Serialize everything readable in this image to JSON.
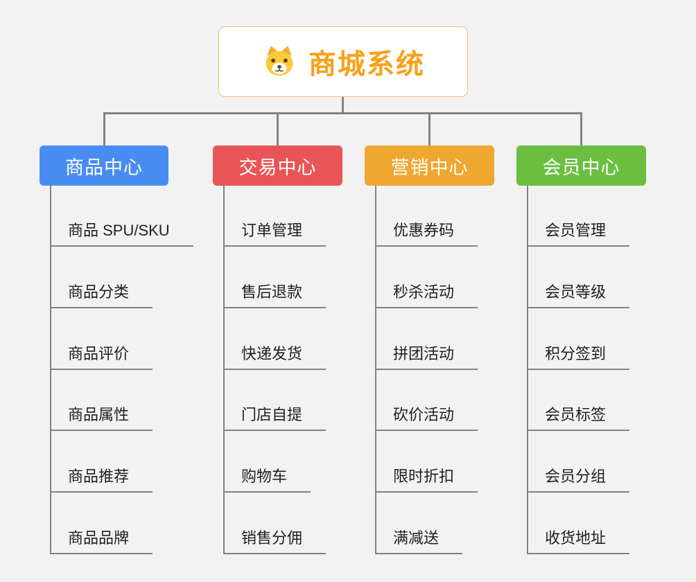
{
  "root": {
    "title": "商城系统",
    "accent": "#f9a01b",
    "icon": "dog-face-icon"
  },
  "line_color": "#828282",
  "branches": [
    {
      "label": "商品中心",
      "color": "#4a8df2",
      "children": [
        "商品 SPU/SKU",
        "商品分类",
        "商品评价",
        "商品属性",
        "商品推荐",
        "商品品牌"
      ]
    },
    {
      "label": "交易中心",
      "color": "#e85556",
      "children": [
        "订单管理",
        "售后退款",
        "快递发货",
        "门店自提",
        "购物车",
        "销售分佣"
      ]
    },
    {
      "label": "营销中心",
      "color": "#efa72f",
      "children": [
        "优惠券码",
        "秒杀活动",
        "拼团活动",
        "砍价活动",
        "限时折扣",
        "满减送"
      ]
    },
    {
      "label": "会员中心",
      "color": "#6abf41",
      "children": [
        "会员管理",
        "会员等级",
        "积分签到",
        "会员标签",
        "会员分组",
        "收货地址"
      ]
    }
  ]
}
